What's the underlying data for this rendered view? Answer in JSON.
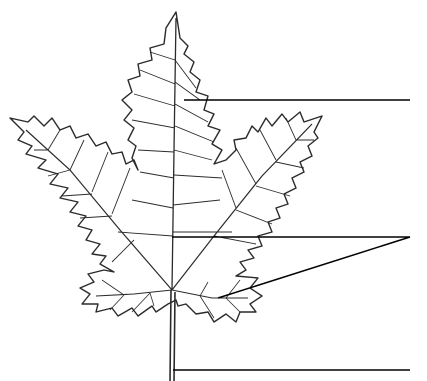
{
  "diagram": {
    "subject": "maple-leaf",
    "stroke_color": "#2b2b2b",
    "leader_color": "#000000",
    "background": "#ffffff",
    "labels": [
      {
        "id": "blade",
        "text": ""
      },
      {
        "id": "veins",
        "text": ""
      },
      {
        "id": "petiole",
        "text": ""
      }
    ]
  }
}
